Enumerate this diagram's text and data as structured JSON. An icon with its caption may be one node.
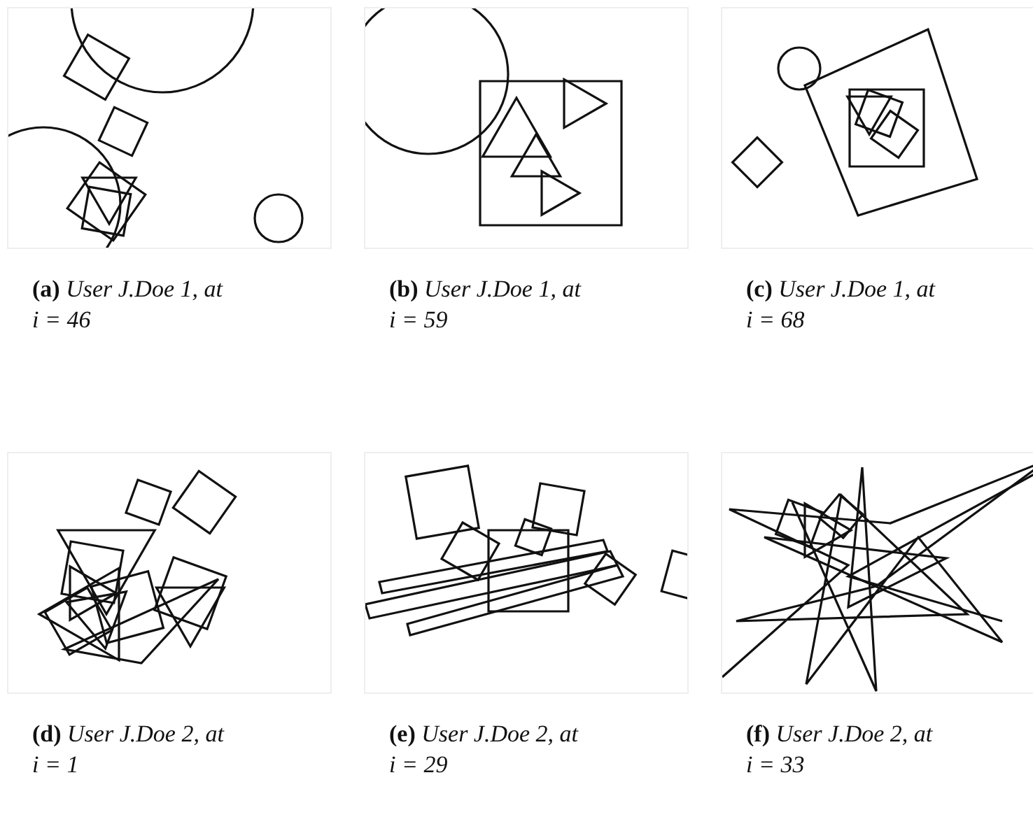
{
  "diagram": {
    "labels": [
      "**(a)** *User J.Doe 1, at i = 46*",
      "**(b)** *User J.Doe 1, at i = 59*",
      "**(c)** *User J.Doe 1, at i = 68*",
      "**(d)** *User J.Doe 2, at i = 1*",
      "**(e)** *User J.Doe 2, at i = 29*",
      "**(f)** *User J.Doe 2, at i = 33*"
    ]
  }
}
